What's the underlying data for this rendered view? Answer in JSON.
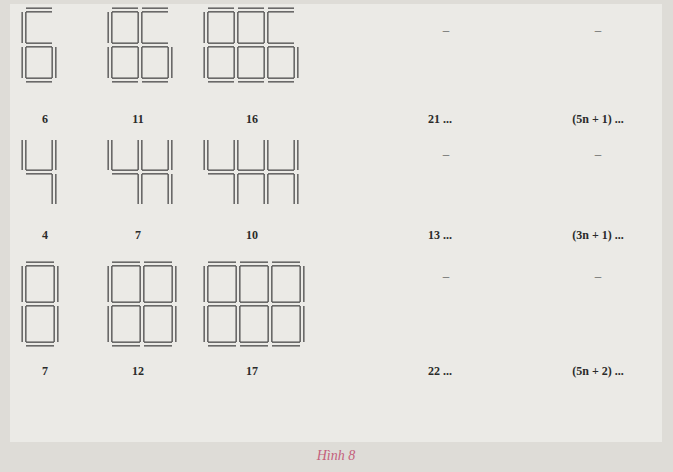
{
  "diagram": {
    "caption": "Hình 8",
    "labels": [
      "–",
      "–",
      "6",
      "11",
      "16",
      "21 ...",
      "(5n + 1) ...",
      "–",
      "–",
      "4",
      "7",
      "10",
      "13 ...",
      "(3n + 1) ...",
      "–",
      "–",
      "7",
      "12",
      "17",
      "22 ...",
      "(5n + 2) ..."
    ]
  }
}
